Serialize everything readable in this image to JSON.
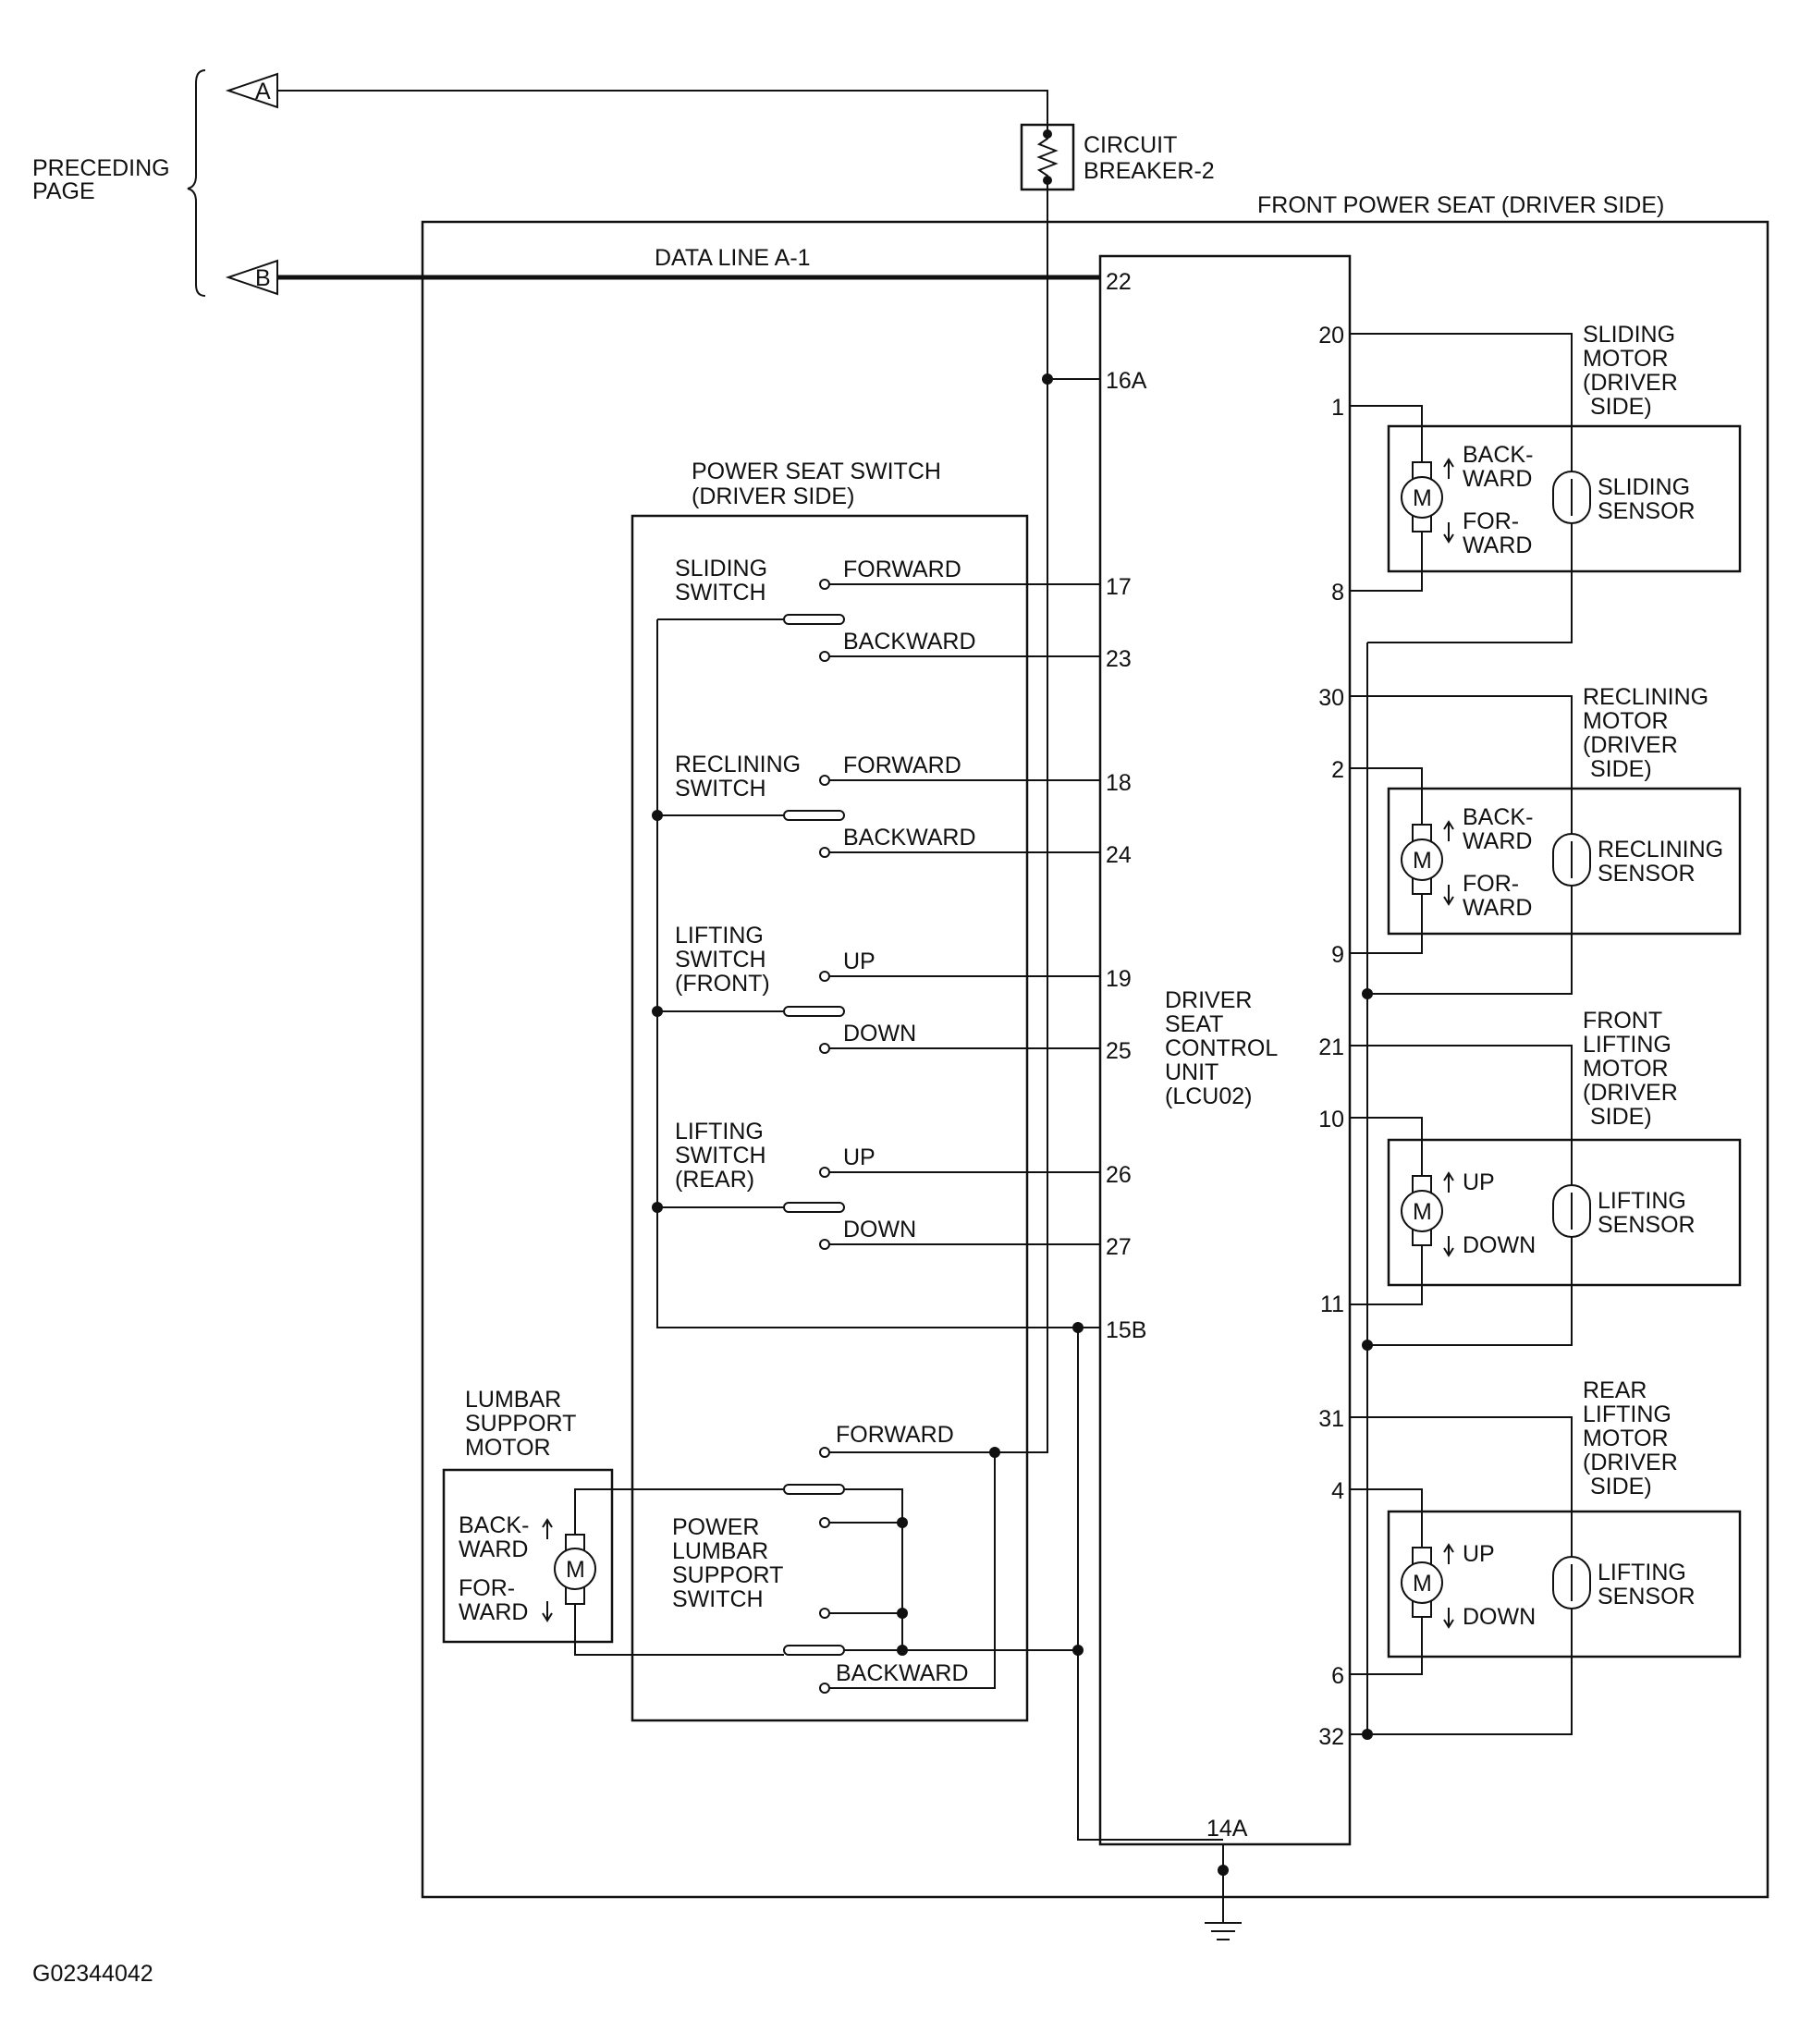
{
  "preceding_page": {
    "line1": "PRECEDING",
    "line2": "PAGE"
  },
  "connectors": {
    "a": "A",
    "b": "B"
  },
  "circuit_breaker": {
    "line1": "CIRCUIT",
    "line2": "BREAKER-2"
  },
  "front_power_seat_label": "FRONT POWER SEAT (DRIVER SIDE)",
  "data_line_label": "DATA LINE A-1",
  "power_seat_switch": {
    "line1": "POWER SEAT SWITCH",
    "line2": "(DRIVER SIDE)"
  },
  "switches": [
    {
      "name": [
        "SLIDING",
        "SWITCH"
      ],
      "upper": "FORWARD",
      "lower": "BACKWARD"
    },
    {
      "name": [
        "RECLINING",
        "SWITCH"
      ],
      "upper": "FORWARD",
      "lower": "BACKWARD"
    },
    {
      "name": [
        "LIFTING",
        "SWITCH",
        "(FRONT)"
      ],
      "upper": "UP",
      "lower": "DOWN"
    },
    {
      "name": [
        "LIFTING",
        "SWITCH",
        "(REAR)"
      ],
      "upper": "UP",
      "lower": "DOWN"
    }
  ],
  "lumbar_switch": {
    "name": [
      "POWER",
      "LUMBAR",
      "SUPPORT",
      "SWITCH"
    ],
    "upper": "FORWARD",
    "lower": "BACKWARD"
  },
  "lumbar_motor": {
    "name": [
      "LUMBAR",
      "SUPPORT",
      "MOTOR"
    ],
    "up": [
      "BACK-",
      "WARD"
    ],
    "down": [
      "FOR-",
      "WARD"
    ],
    "symbol": "M"
  },
  "control_unit": {
    "lines": [
      "DRIVER",
      "SEAT",
      "CONTROL",
      "UNIT",
      "(LCU02)"
    ]
  },
  "left_pins": [
    "22",
    "16A",
    "17",
    "23",
    "18",
    "24",
    "19",
    "25",
    "26",
    "27",
    "15B"
  ],
  "bottom_pin": "14A",
  "right_pins": [
    "20",
    "1",
    "8",
    "30",
    "2",
    "9",
    "21",
    "10",
    "11",
    "31",
    "4",
    "6",
    "32"
  ],
  "motors": [
    {
      "name": [
        "SLIDING",
        "MOTOR",
        "(DRIVER",
        "SIDE)"
      ],
      "up": [
        "BACK-",
        "WARD"
      ],
      "down": [
        "FOR-",
        "WARD"
      ],
      "sensor": [
        "SLIDING",
        "SENSOR"
      ]
    },
    {
      "name": [
        "RECLINING",
        "MOTOR",
        "(DRIVER",
        "SIDE)"
      ],
      "up": [
        "BACK-",
        "WARD"
      ],
      "down": [
        "FOR-",
        "WARD"
      ],
      "sensor": [
        "RECLINING",
        "SENSOR"
      ]
    },
    {
      "name": [
        "FRONT",
        "LIFTING",
        "MOTOR",
        "(DRIVER",
        "SIDE)"
      ],
      "up": [
        "UP"
      ],
      "down": [
        "DOWN"
      ],
      "sensor": [
        "LIFTING",
        "SENSOR"
      ]
    },
    {
      "name": [
        "REAR",
        "LIFTING",
        "MOTOR",
        "(DRIVER",
        "SIDE)"
      ],
      "up": [
        "UP"
      ],
      "down": [
        "DOWN"
      ],
      "sensor": [
        "LIFTING",
        "SENSOR"
      ]
    }
  ],
  "motor_symbol": "M",
  "figure_id": "G02344042"
}
